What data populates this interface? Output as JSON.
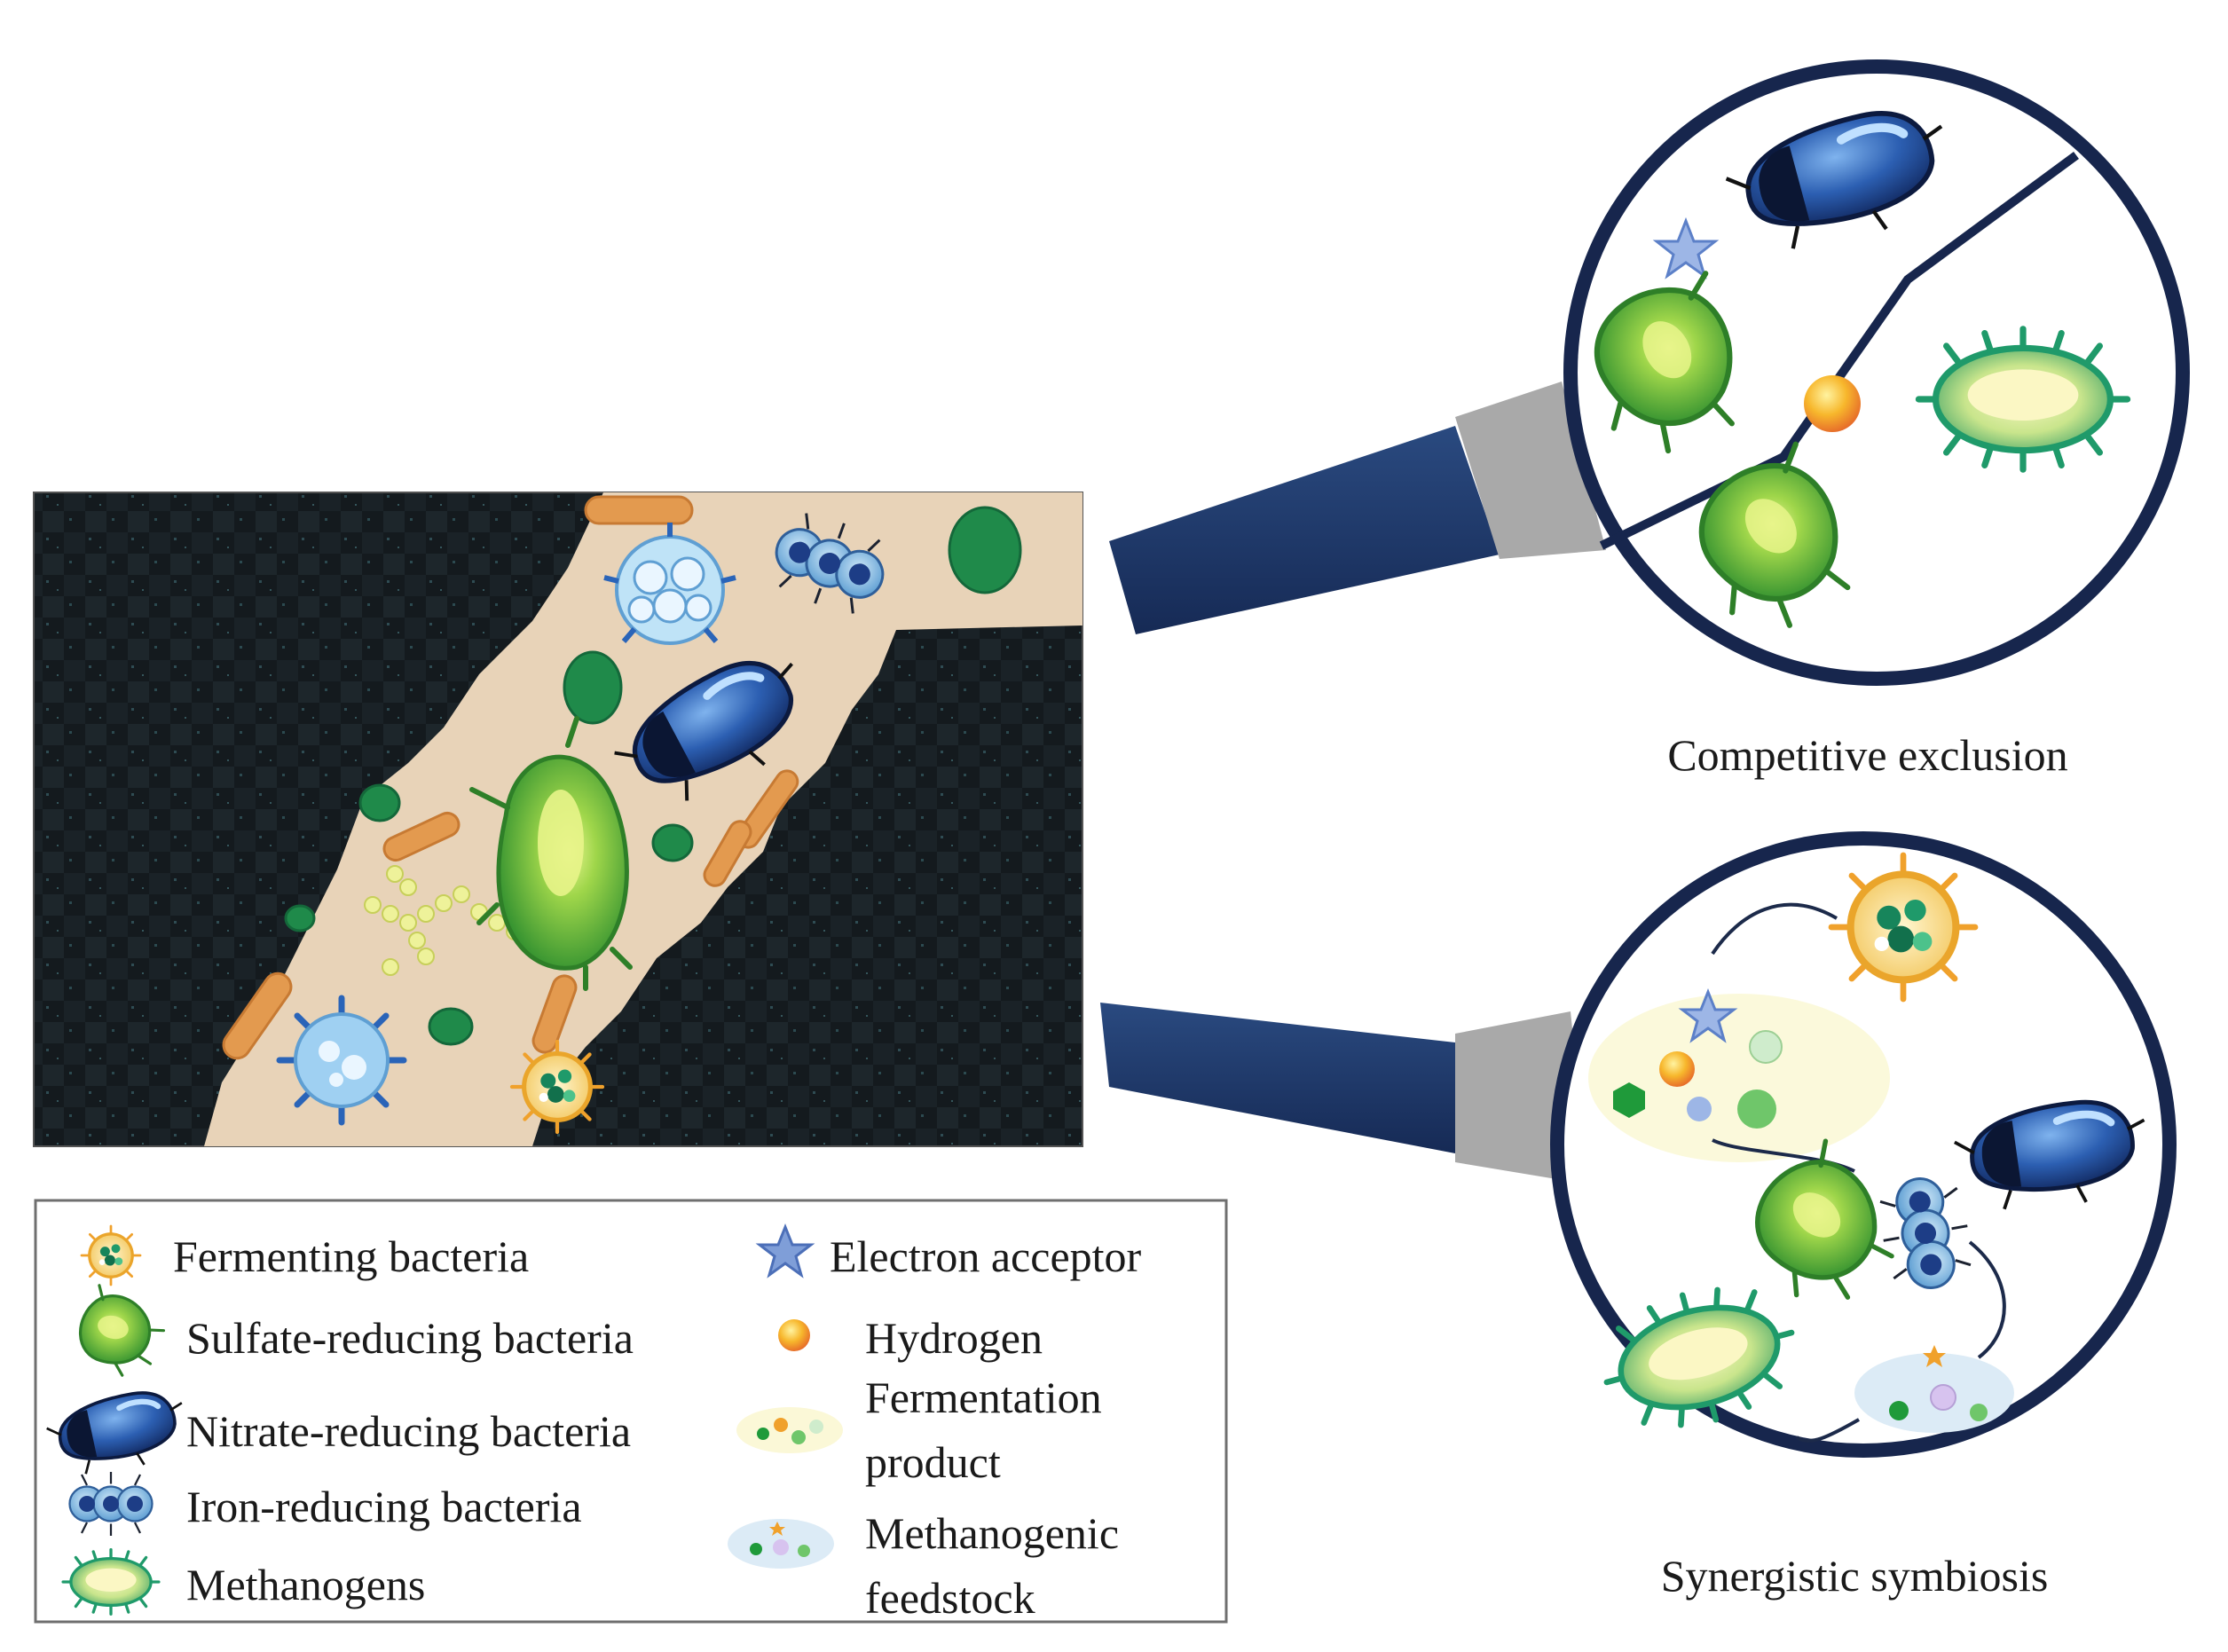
{
  "labels": {
    "top_caption": "Competitive exclusion",
    "bottom_caption": "Synergistic symbiosis"
  },
  "legend": {
    "items": [
      {
        "icon": "fermenting-bacteria-icon",
        "label": "Fermenting bacteria"
      },
      {
        "icon": "sulfate-reducing-bacteria-icon",
        "label": "Sulfate-reducing bacteria"
      },
      {
        "icon": "nitrate-reducing-bacteria-icon",
        "label": "Nitrate-reducing bacteria"
      },
      {
        "icon": "iron-reducing-bacteria-icon",
        "label": "Iron-reducing bacteria"
      },
      {
        "icon": "methanogens-icon",
        "label": "Methanogens"
      },
      {
        "icon": "electron-acceptor-icon",
        "label": "Electron acceptor"
      },
      {
        "icon": "hydrogen-icon",
        "label": "Hydrogen"
      },
      {
        "icon": "fermentation-product-icon",
        "label_line1": "Fermentation",
        "label_line2": "product"
      },
      {
        "icon": "methanogenic-feedstock-icon",
        "label_line1": "Methanogenic",
        "label_line2": "feedstock"
      }
    ]
  },
  "colors": {
    "rock": "#161b1f",
    "pore": "#e8d3b8",
    "lens_rim": "#17264d",
    "handle": "#1f3868",
    "rod": "#e39a4f",
    "sulfate_green": "#41a83a",
    "nitrate_blue": "#1f4fa0",
    "iron_blue": "#7fb8e0",
    "methanogen_green": "#26a37a",
    "ferment_orange": "#f2a52e"
  }
}
